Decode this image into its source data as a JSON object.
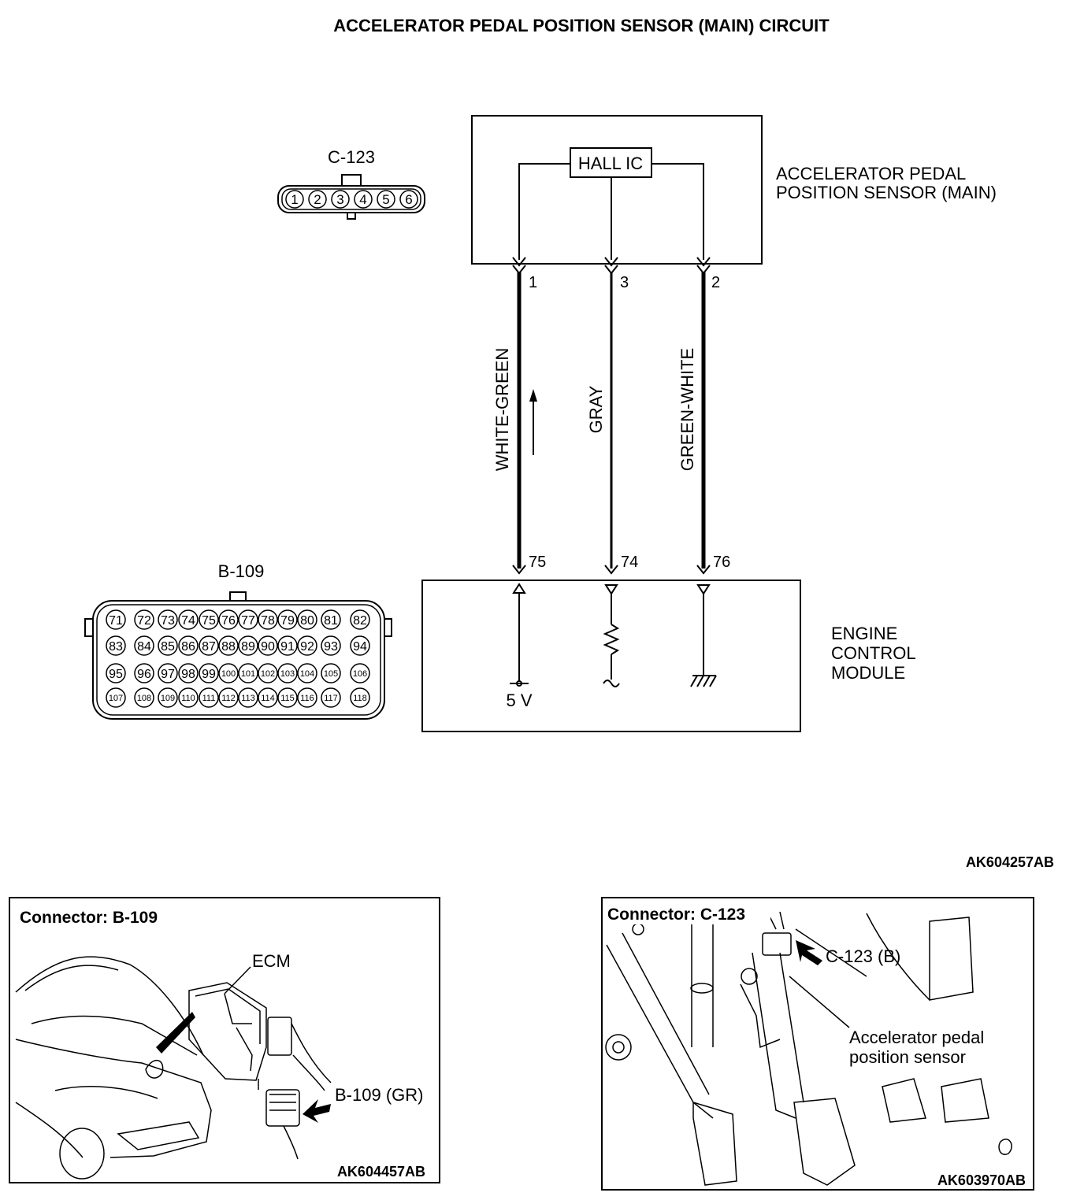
{
  "title": "ACCELERATOR PEDAL POSITION SENSOR (MAIN) CIRCUIT",
  "sensor": {
    "name_line1": "ACCELERATOR PEDAL",
    "name_line2": "POSITION SENSOR (MAIN)",
    "ic_label": "HALL IC",
    "connector_id": "C-123",
    "connector_pins": [
      "1",
      "2",
      "3",
      "4",
      "5",
      "6"
    ]
  },
  "ecm": {
    "name_line1": "ENGINE",
    "name_line2": "CONTROL",
    "name_line3": "MODULE",
    "connector_id": "B-109",
    "supply_label": "5 V",
    "connector_rows": [
      [
        "71",
        "72",
        "73",
        "74",
        "75",
        "76",
        "77",
        "78",
        "79",
        "80",
        "81",
        "82"
      ],
      [
        "83",
        "84",
        "85",
        "86",
        "87",
        "88",
        "89",
        "90",
        "91",
        "92",
        "93",
        "94"
      ],
      [
        "95",
        "96",
        "97",
        "98",
        "99",
        "100",
        "101",
        "102",
        "103",
        "104",
        "105",
        "106"
      ],
      [
        "107",
        "108",
        "109",
        "110",
        "111",
        "112",
        "113",
        "114",
        "115",
        "116",
        "117",
        "118"
      ]
    ]
  },
  "wires": [
    {
      "color": "WHITE-GREEN",
      "sensor_pin": "1",
      "ecm_pin": "75"
    },
    {
      "color": "GRAY",
      "sensor_pin": "3",
      "ecm_pin": "74"
    },
    {
      "color": "GREEN-WHITE",
      "sensor_pin": "2",
      "ecm_pin": "76"
    }
  ],
  "diagram_code": "AK604257AB",
  "panel_b109": {
    "header": "Connector: B-109",
    "ecm_label": "ECM",
    "connector_label": "B-109 (GR)",
    "code": "AK604457AB"
  },
  "panel_c123": {
    "header": "Connector: C-123",
    "connector_label": "C-123 (B)",
    "sensor_label_line1": "Accelerator pedal",
    "sensor_label_line2": "position sensor",
    "code": "AK603970AB"
  }
}
